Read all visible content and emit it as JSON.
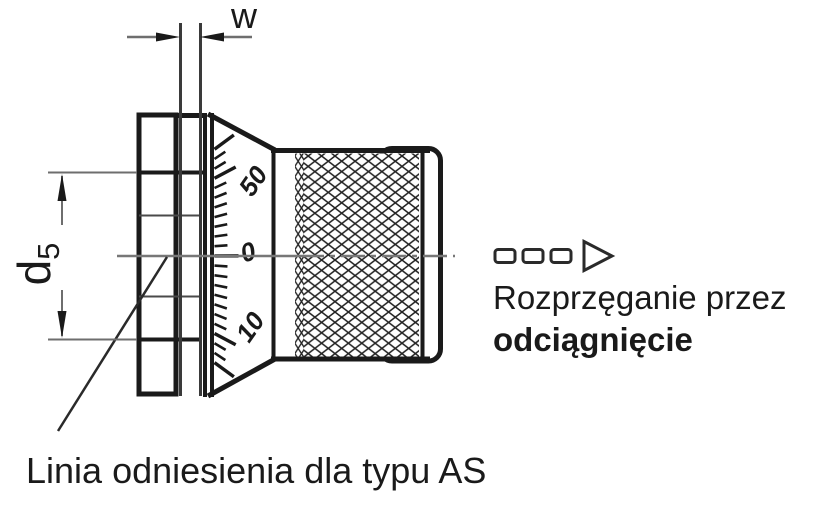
{
  "diagram": {
    "type": "technical-drawing",
    "subject": "knurled-control-knob-with-graduated-dial",
    "dimension_labels": {
      "panel_width": "w",
      "diameter": {
        "symbol": "d",
        "subscript": "5"
      }
    },
    "scale": {
      "labels": [
        "50",
        "0",
        "10"
      ],
      "minor_count": 23,
      "major_every": 8
    },
    "annotations": {
      "release_line1": "Rozprzęganie przez",
      "release_line2": "odciągnięcie",
      "reference_note": "Linia odniesienia dla typu AS"
    },
    "icons": {
      "release_direction_icon": "dashed-arrow-right"
    },
    "colors": {
      "line": "#1a1a1a",
      "dim_line": "#6e6e6e",
      "panel_line": "#3a3a3a",
      "background": "#ffffff"
    }
  }
}
